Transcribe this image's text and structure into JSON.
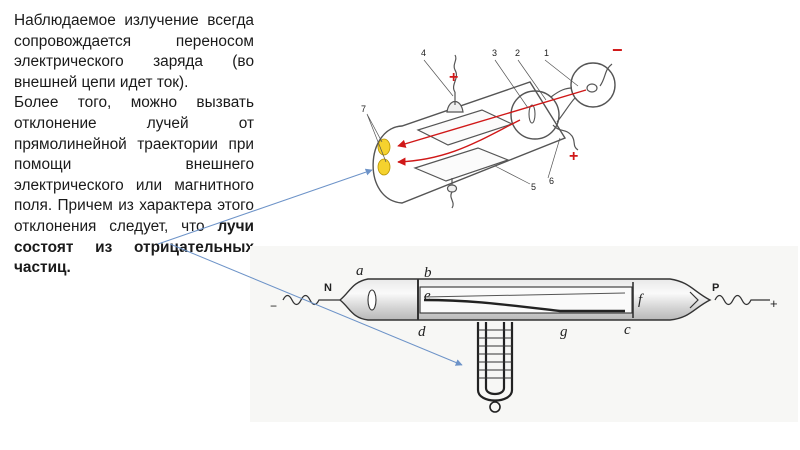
{
  "paragraph1": "Наблюдаемое излучение всегда сопровождается переносом электрического заряда (во внешней цепи идет ток).",
  "paragraph2_normal": "Более того, можно вызвать отклонение лучей от прямолинейной траектории при помощи внешнего электрического или магнитного поля. Причем из характера этого отклонения следует, что ",
  "paragraph2_bold": "лучи состоят из отрицательных частиц.",
  "top_figure": {
    "numbers": [
      "4",
      "3",
      "2",
      "1",
      "7",
      "5",
      "6"
    ],
    "plus_sign": "+",
    "minus_sign": "−"
  },
  "bottom_figure": {
    "letters": [
      "a",
      "b",
      "e",
      "f",
      "d",
      "g",
      "c"
    ],
    "electrode_neg": "N",
    "electrode_pos": "P",
    "minus_terminal": "−",
    "plus_terminal": "+"
  },
  "colors": {
    "accent_red": "#d01818",
    "electrode_yellow": "#f5d22e",
    "arrow_blue": "#6d93c8"
  }
}
